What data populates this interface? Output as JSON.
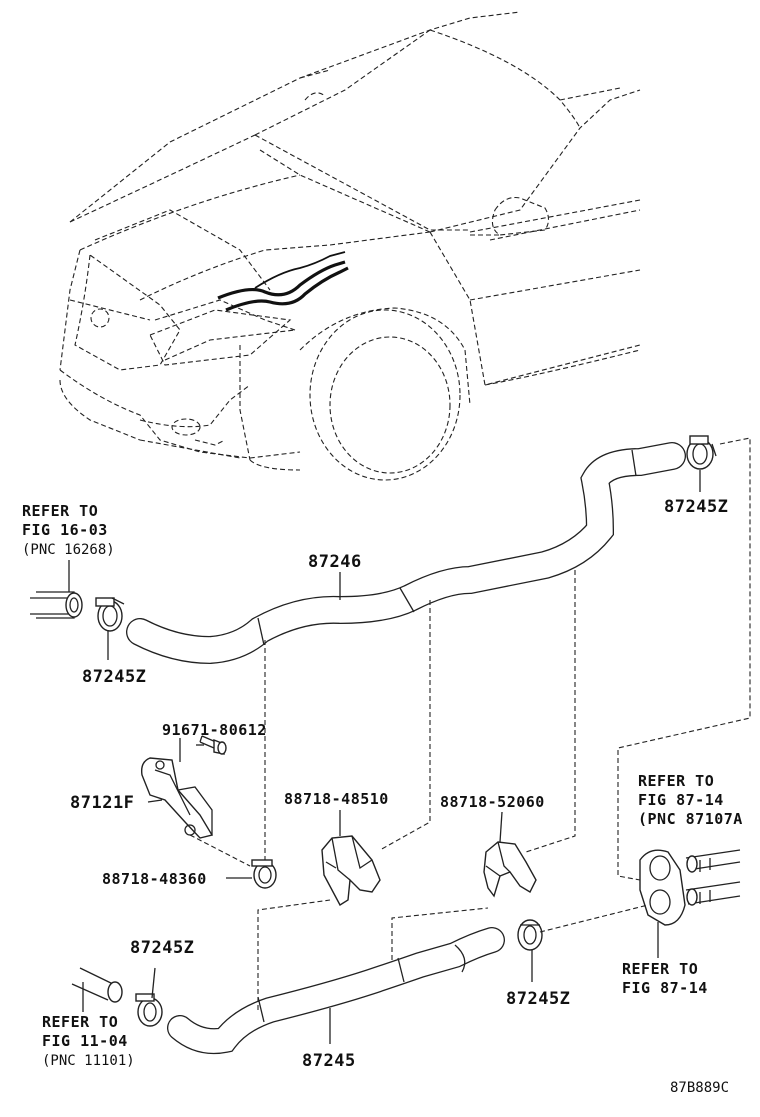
{
  "labels": {
    "refer_16_03": [
      "REFER TO",
      "FIG 16-03",
      "(PNC 16268)"
    ],
    "part_87245Z_top_right": "87245Z",
    "part_87246": "87246",
    "part_87245Z_left": "87245Z",
    "part_91671_80612": "91671-80612",
    "part_87121F": "87121F",
    "part_88718_48510": "88718-48510",
    "part_88718_52060": "88718-52060",
    "refer_87_14_a": [
      "REFER TO",
      "FIG 87-14",
      "(PNC 87107A"
    ],
    "part_88718_48360": "88718-48360",
    "part_87245Z_lower_left": "87245Z",
    "refer_87_14_b": [
      "REFER TO",
      "FIG 87-14"
    ],
    "part_87245Z_lower_mid": "87245Z",
    "refer_11_04": [
      "REFER TO",
      "FIG 11-04",
      "(PNC 11101)"
    ],
    "part_87245": "87245",
    "diagram_code": "87B889C"
  },
  "icons": [
    "car-outline-icon",
    "heater-hose-icon",
    "hose-clamp-icon",
    "bracket-icon",
    "bolt-icon",
    "hose-clip-icon",
    "grommet-icon",
    "pipe-stub-icon"
  ]
}
